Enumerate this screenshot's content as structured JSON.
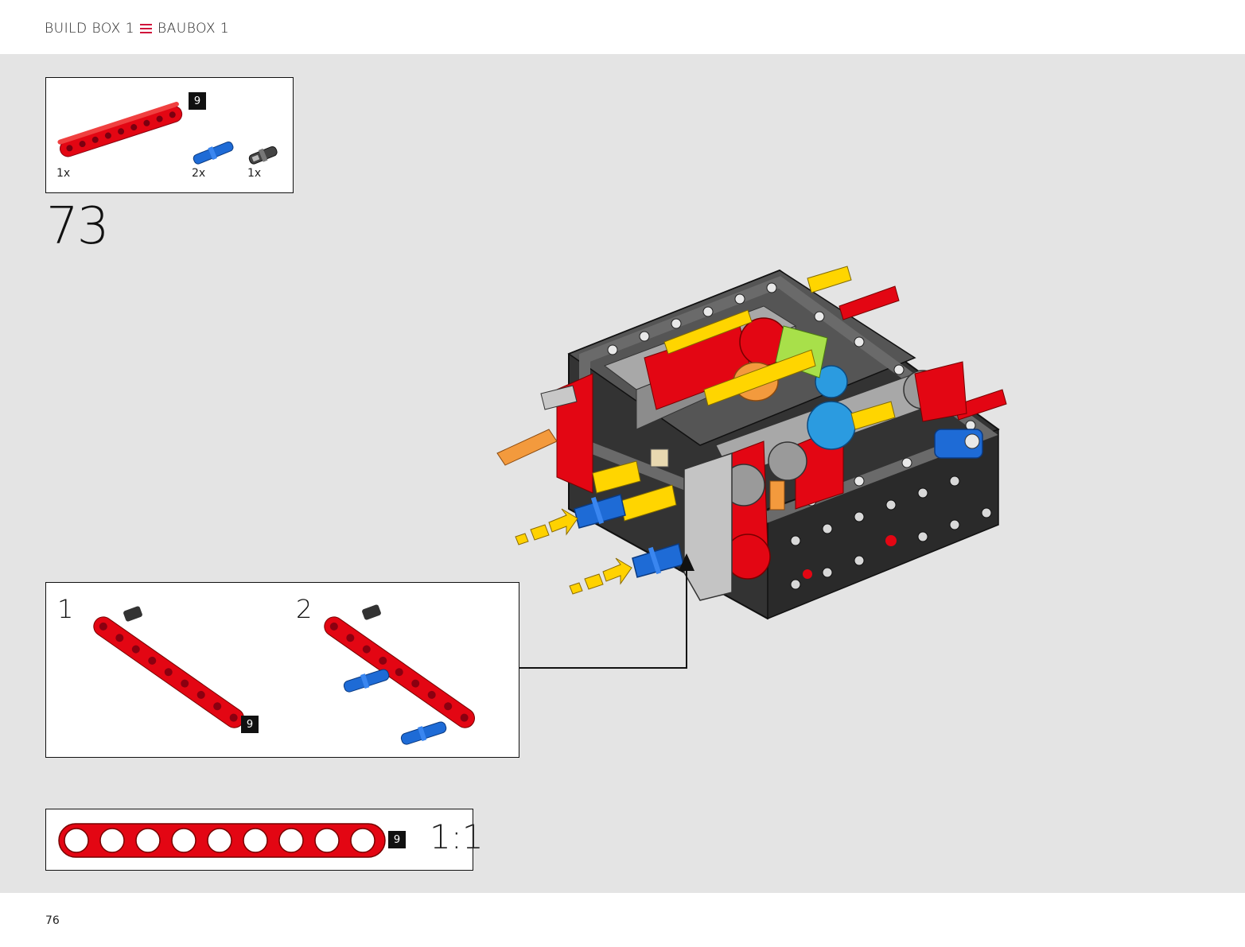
{
  "header": {
    "box_en": "BUILD BOX 1",
    "box_de": "BAUBOX 1"
  },
  "parts_list": {
    "items": [
      {
        "name": "red-beam-9",
        "quantity": "1x",
        "length_badge": "9"
      },
      {
        "name": "blue-pin-with-axle",
        "quantity": "2x"
      },
      {
        "name": "black-friction-pin",
        "quantity": "1x"
      }
    ]
  },
  "step": {
    "number": "73"
  },
  "substeps": [
    {
      "number": "1",
      "badge": "9"
    },
    {
      "number": "2"
    }
  ],
  "scale_guide": {
    "badge": "9",
    "label": "1:1"
  },
  "footer": {
    "page_number": "76"
  },
  "colors": {
    "accent": "#d0103a",
    "red_part": "#e30613",
    "blue_part": "#1e6bd6",
    "yellow_part": "#ffd500",
    "dark_frame": "#2e2e2e",
    "gray_frame": "#a0a0a0",
    "arrow_yellow": "#ffd200"
  }
}
